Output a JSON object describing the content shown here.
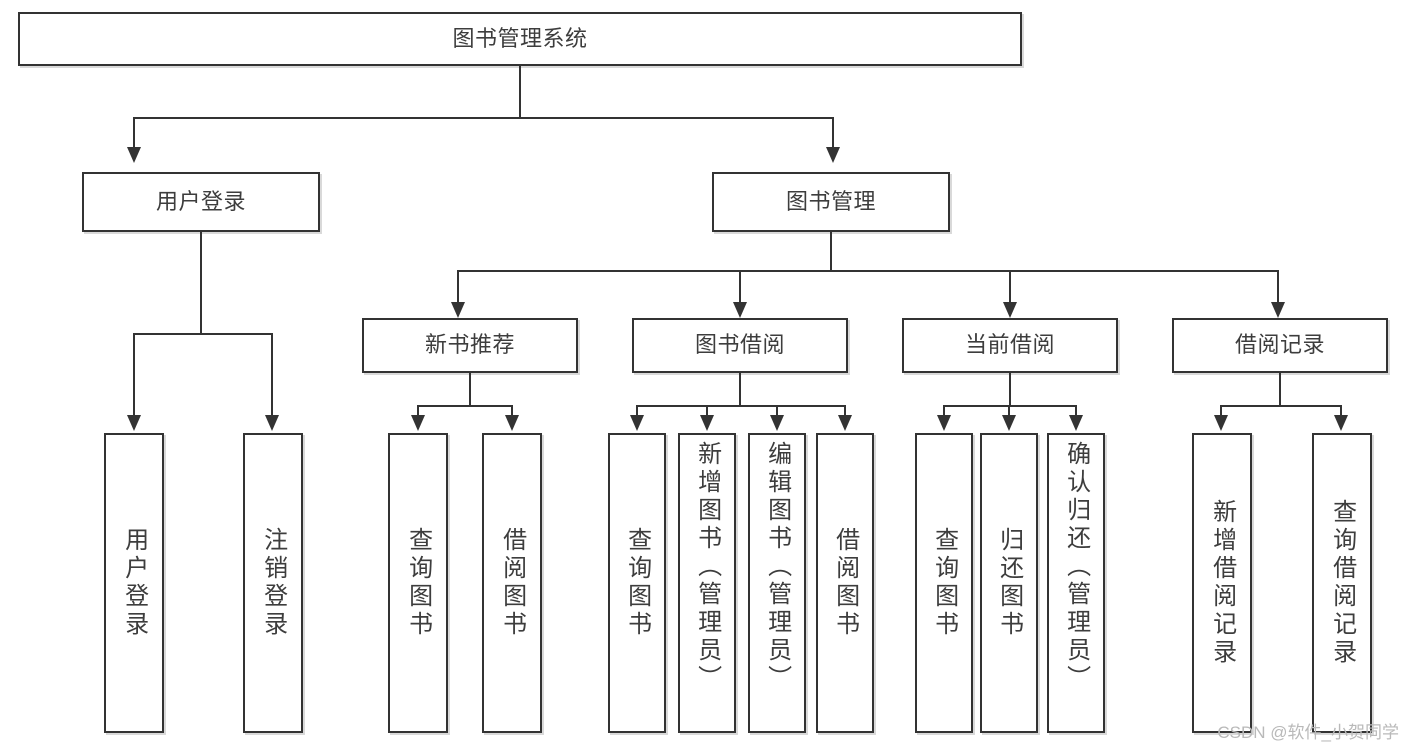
{
  "diagram": {
    "title": "图书管理系统",
    "type": "tree",
    "watermark": "CSDN @软件_小贺同学",
    "colors": {
      "background": "#ffffff",
      "box_fill": "#ffffff",
      "box_border": "#333333",
      "connector": "#333333",
      "text": "#3d3d3d",
      "watermark": "#b9b9b9"
    },
    "root": {
      "label": "图书管理系统"
    },
    "level1": [
      {
        "label": "用户登录"
      },
      {
        "label": "图书管理"
      }
    ],
    "level2": [
      {
        "label": "新书推荐"
      },
      {
        "label": "图书借阅"
      },
      {
        "label": "当前借阅"
      },
      {
        "label": "借阅记录"
      }
    ],
    "leaves": {
      "user_login": [
        {
          "label": "用户登录"
        },
        {
          "label": "注销登录"
        }
      ],
      "new_book_recommend": [
        {
          "label": "查询图书"
        },
        {
          "label": "借阅图书"
        }
      ],
      "book_borrow": [
        {
          "label": "查询图书"
        },
        {
          "label": "新增图书（管理员）"
        },
        {
          "label": "编辑图书（管理员）"
        },
        {
          "label": "借阅图书"
        }
      ],
      "current_borrow": [
        {
          "label": "查询图书"
        },
        {
          "label": "归还图书"
        },
        {
          "label": "确认归还（管理员）"
        }
      ],
      "borrow_record": [
        {
          "label": "新增借阅记录"
        },
        {
          "label": "查询借阅记录"
        }
      ]
    }
  }
}
